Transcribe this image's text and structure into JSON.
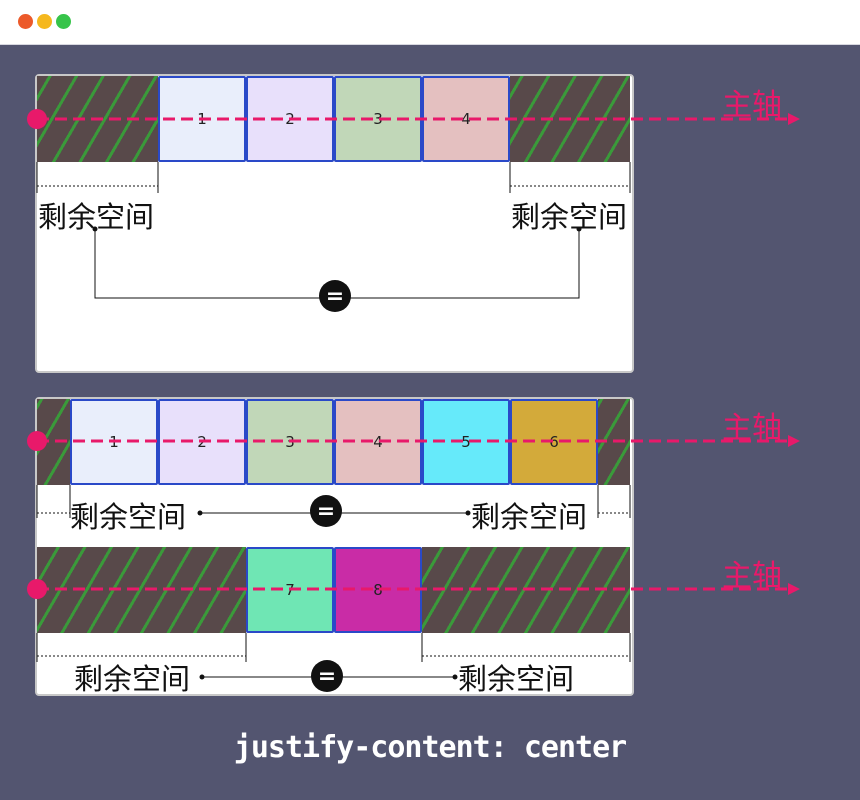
{
  "window": {
    "controls": {
      "close_color": "#ec5a2a",
      "minimize_color": "#f5b81e",
      "maximize_color": "#37c44a"
    }
  },
  "labels": {
    "remaining_space": "剩余空间",
    "equals": "=",
    "main_axis": "主轴"
  },
  "colors": {
    "background": "#535570",
    "free_space": "#58494a",
    "hatch": "#3a9a3a",
    "axis": "#e8196a",
    "item_border": "#2a49c8"
  },
  "rows": [
    {
      "items": [
        {
          "label": "1",
          "color": "#e9eefb"
        },
        {
          "label": "2",
          "color": "#e8e0fb"
        },
        {
          "label": "3",
          "color": "#c1d7b8"
        },
        {
          "label": "4",
          "color": "#e4c0c0"
        }
      ]
    },
    {
      "items": [
        {
          "label": "1",
          "color": "#e9eefb"
        },
        {
          "label": "2",
          "color": "#e8e0fb"
        },
        {
          "label": "3",
          "color": "#c1d7b8"
        },
        {
          "label": "4",
          "color": "#e4c0c0"
        },
        {
          "label": "5",
          "color": "#66eafa"
        },
        {
          "label": "6",
          "color": "#d3aa3a"
        }
      ]
    },
    {
      "items": [
        {
          "label": "7",
          "color": "#6fe6b4"
        },
        {
          "label": "8",
          "color": "#c92ca6"
        }
      ]
    }
  ],
  "caption": "justify-content: center"
}
